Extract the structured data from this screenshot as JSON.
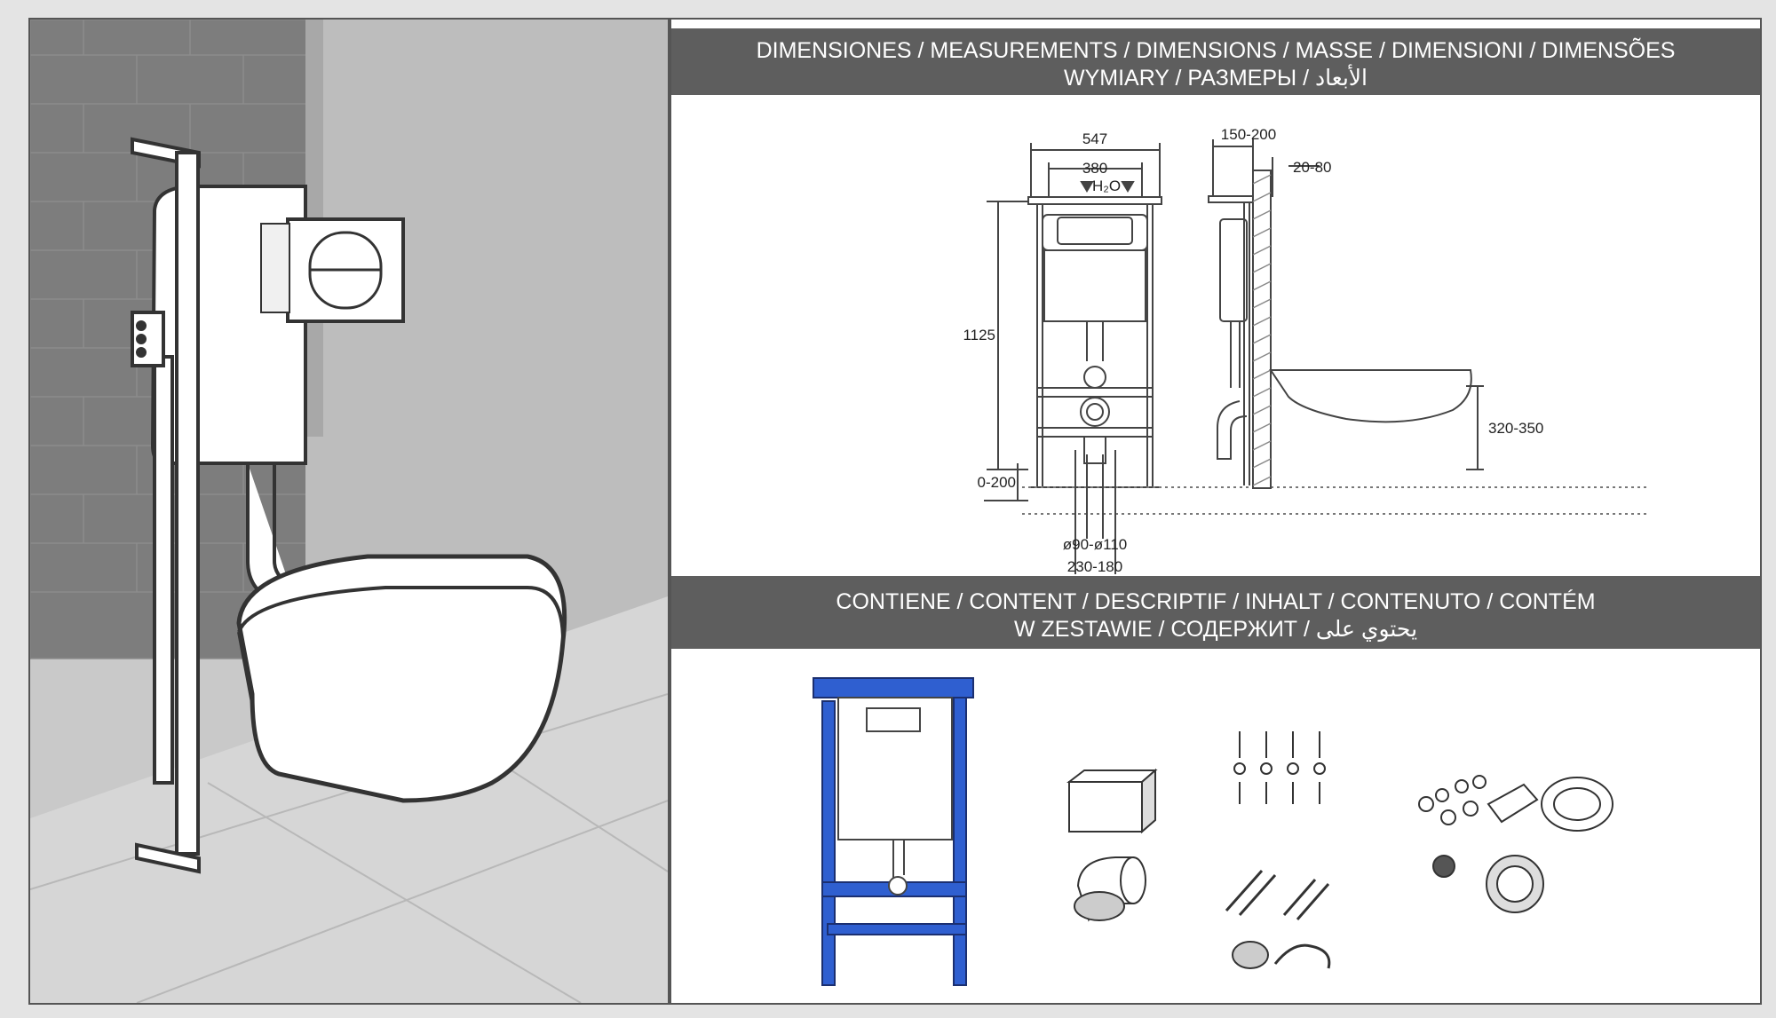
{
  "header_dimensions": {
    "line1": "DIMENSIONES / MEASUREMENTS / DIMENSIONS / MASSE / DIMENSIONI / DIMENSÕES",
    "line2": "WYMIARY / РАЗМЕРЫ / الأبعاد"
  },
  "measurements": {
    "width_total": "547",
    "width_inner": "380",
    "water_label": "H₂O",
    "height": "1125",
    "floor_adjust": "0-200",
    "pipe_diameter": "ø90-ø110",
    "pipe_offset": "230-180",
    "wall_distance": "150-200",
    "wall_thickness": "20-80",
    "bowl_height": "320-350"
  },
  "header_content": {
    "line1": "CONTIENE / CONTENT / DESCRIPTIF / INHALT / CONTENUTO / CONTÉM",
    "line2": "W ZESTAWIE / СОДЕРЖИТ / يحتوي على"
  },
  "colors": {
    "frame_blue": "#2f5fd0",
    "band_gray": "#5e5e5e"
  }
}
